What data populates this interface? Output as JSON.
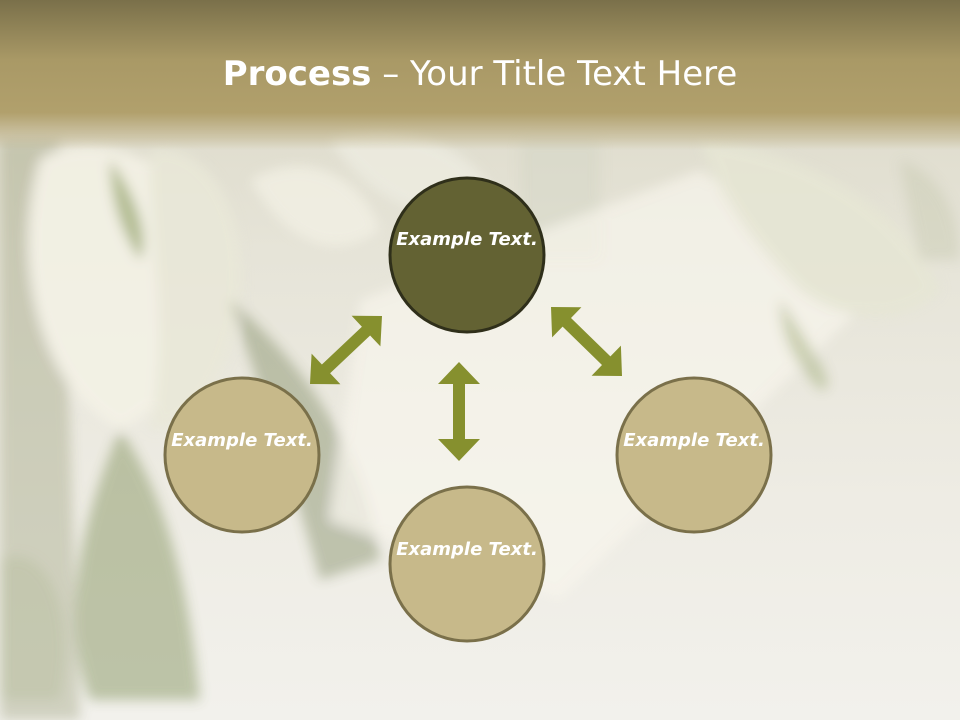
{
  "title": {
    "bold": "Process",
    "rest": " – Your Title Text Here"
  },
  "colors": {
    "title_band": "#a99966",
    "center_fill": "#636233",
    "center_stroke": "#2f2f1a",
    "node_fill": "#c7b98a",
    "node_stroke": "#7a704a",
    "arrow": "#86902e",
    "label": "#ffffff"
  },
  "nodes": [
    {
      "id": "top",
      "label": "Example Text."
    },
    {
      "id": "left",
      "label": "Example Text."
    },
    {
      "id": "bottom",
      "label": "Example Text."
    },
    {
      "id": "right",
      "label": "Example Text."
    }
  ]
}
